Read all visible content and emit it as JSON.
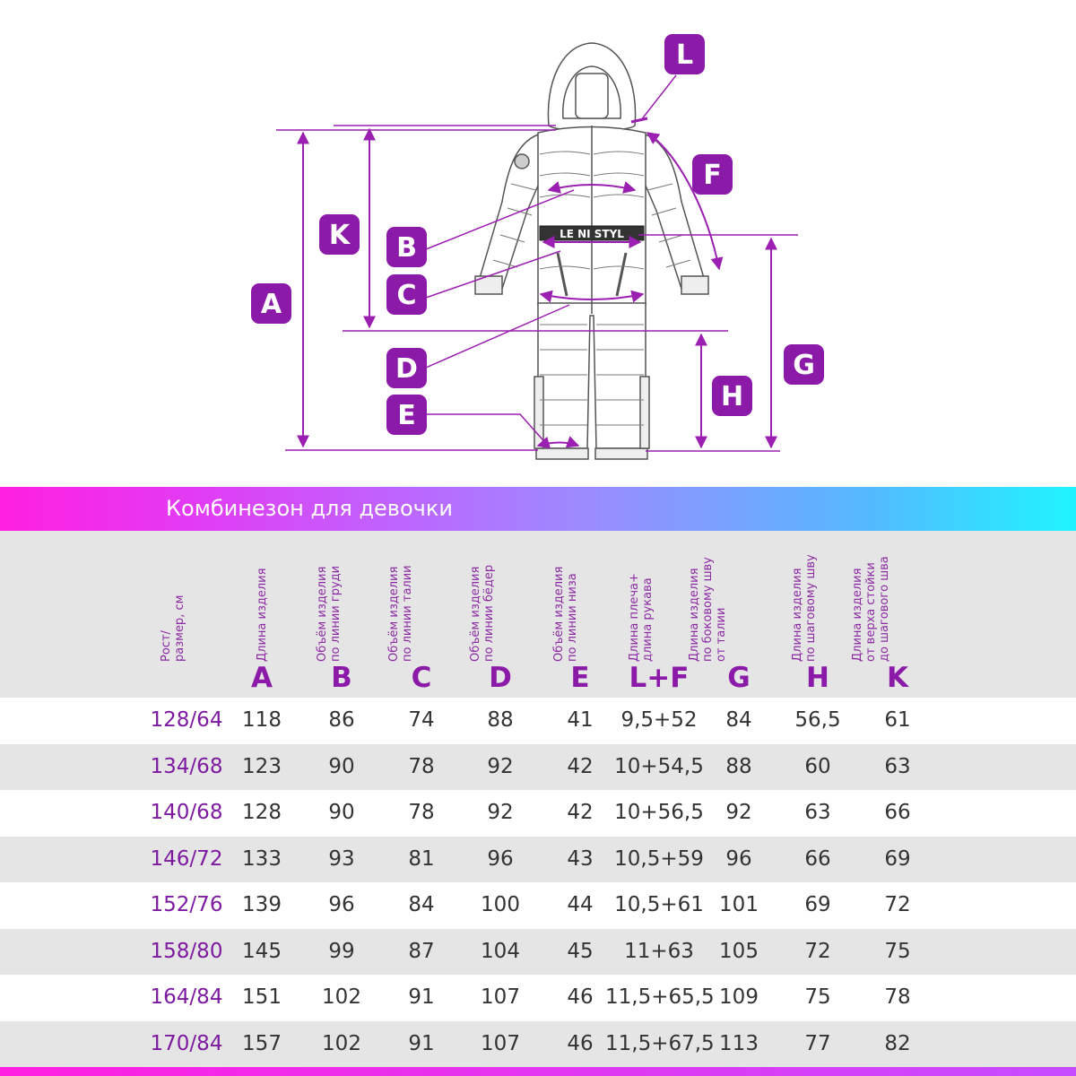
{
  "diagram": {
    "letters": {
      "L": "L",
      "F": "F",
      "K": "K",
      "B": "B",
      "C": "C",
      "A": "A",
      "D": "D",
      "G": "G",
      "H": "H",
      "E": "E"
    },
    "belt_text": "LE NI STYL"
  },
  "title": "Комбинезон для девочки",
  "header": {
    "columns": [
      {
        "label": "Рост/\nразмер, см",
        "letter": ""
      },
      {
        "label": "Длина изделия",
        "letter": "A"
      },
      {
        "label": "Объём изделия\nпо линии груди",
        "letter": "B"
      },
      {
        "label": "Объём изделия\nпо линии талии",
        "letter": "C"
      },
      {
        "label": "Объём изделия\nпо линии бёдер",
        "letter": "D"
      },
      {
        "label": "Объём изделия\nпо линии низа",
        "letter": "E"
      },
      {
        "label": "Длина плеча+\nдлина рукава",
        "letter": "L+F"
      },
      {
        "label": "Длина изделия\nпо боковому шву\nот талии",
        "letter": "G"
      },
      {
        "label": "Длина  изделия\nпо шаговому шву",
        "letter": "H"
      },
      {
        "label": "Длина изделия\nот верха стойки\nдо шагового шва",
        "letter": "K"
      }
    ]
  },
  "rows": [
    [
      "128/64",
      "118",
      "86",
      "74",
      "88",
      "41",
      "9,5+52",
      "84",
      "56,5",
      "61"
    ],
    [
      "134/68",
      "123",
      "90",
      "78",
      "92",
      "42",
      "10+54,5",
      "88",
      "60",
      "63"
    ],
    [
      "140/68",
      "128",
      "90",
      "78",
      "92",
      "42",
      "10+56,5",
      "92",
      "63",
      "66"
    ],
    [
      "146/72",
      "133",
      "93",
      "81",
      "96",
      "43",
      "10,5+59",
      "96",
      "66",
      "69"
    ],
    [
      "152/76",
      "139",
      "96",
      "84",
      "100",
      "44",
      "10,5+61",
      "101",
      "69",
      "72"
    ],
    [
      "158/80",
      "145",
      "99",
      "87",
      "104",
      "45",
      "11+63",
      "105",
      "72",
      "75"
    ],
    [
      "164/84",
      "151",
      "102",
      "91",
      "107",
      "46",
      "11,5+65,5",
      "109",
      "75",
      "78"
    ],
    [
      "170/84",
      "157",
      "102",
      "91",
      "107",
      "46",
      "11,5+67,5",
      "113",
      "77",
      "82"
    ]
  ],
  "colors": {
    "accent": "#8c1aa8",
    "badge": "#8c1aa8",
    "line": "#9b1fb0",
    "row_alt": "#e5e5e5",
    "gradient_start": "#ff1fe0",
    "gradient_end": "#1ff4ff"
  }
}
